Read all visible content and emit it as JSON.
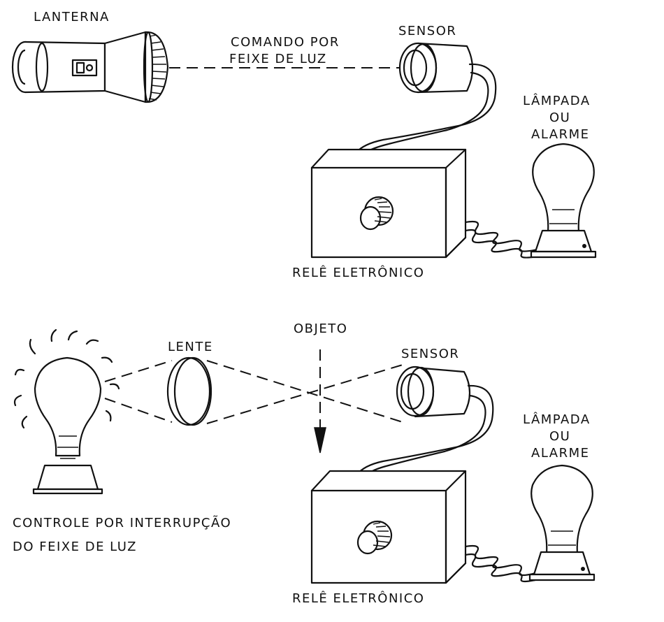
{
  "top": {
    "lanterna_label": "LANTERNA",
    "beam_label_line1": "COMANDO POR",
    "beam_label_line2": "FEIXE DE LUZ",
    "sensor_label": "SENSOR",
    "lamp_label_line1": "LÂMPADA",
    "lamp_label_line2": "OU",
    "lamp_label_line3": "ALARME",
    "relay_label": "RELÊ ELETRÔNICO"
  },
  "bottom": {
    "lens_label": "LENTE",
    "object_label": "OBJETO",
    "sensor_label": "SENSOR",
    "lamp_label_line1": "LÂMPADA",
    "lamp_label_line2": "OU",
    "lamp_label_line3": "ALARME",
    "relay_label": "RELÊ ELETRÔNICO",
    "caption_line1": "CONTROLE POR INTERRUPÇÃO",
    "caption_line2": "DO FEIXE DE LUZ"
  },
  "colors": {
    "ink": "#111111",
    "paper": "#ffffff"
  }
}
